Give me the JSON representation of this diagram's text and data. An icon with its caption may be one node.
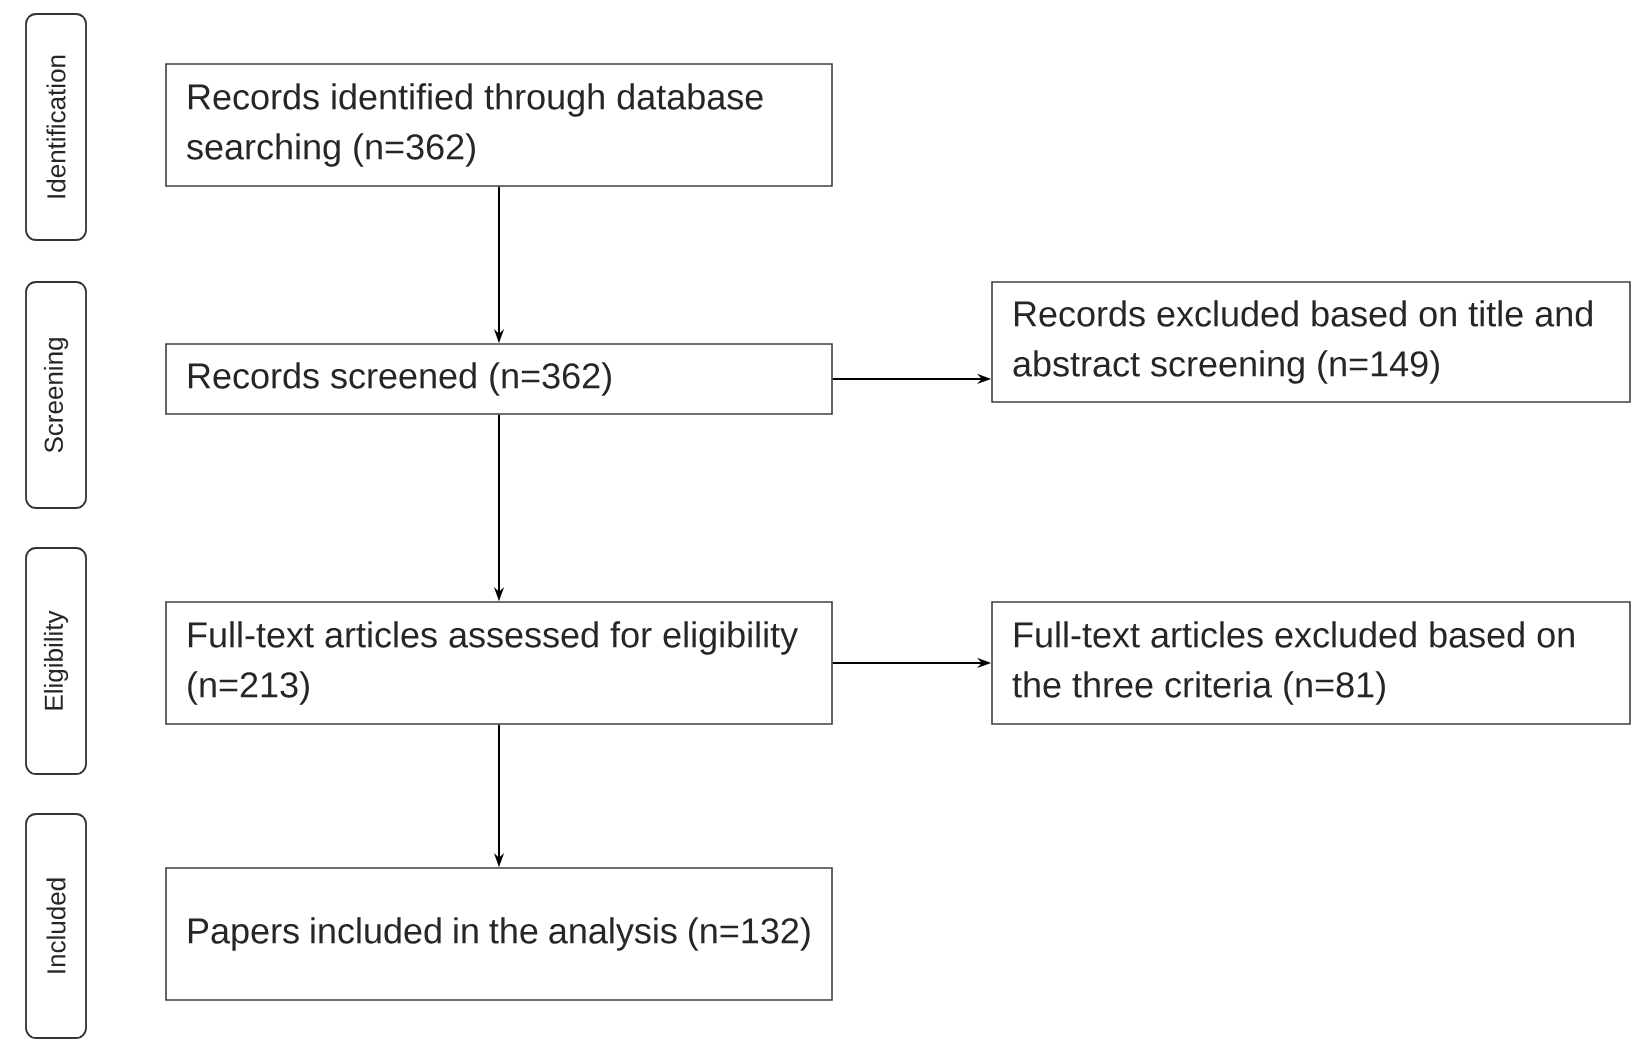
{
  "diagram": {
    "nodes": [
      {
        "text": [
          "Identification"
        ]
      },
      {
        "text": [
          "Screening"
        ]
      },
      {
        "text": [
          "Eligibility"
        ]
      },
      {
        "text": [
          "Included"
        ]
      },
      {
        "text": [
          "Records identified through database searching (n=362)"
        ]
      },
      {
        "text": [
          "Records  screened (n=362)"
        ]
      },
      {
        "text": [
          "Records  excluded based on title and abstract screening (n=149)"
        ]
      },
      {
        "text": [
          "Full-text articles assessed for eligibility (n=213)"
        ]
      },
      {
        "text": [
          "Full-text articles excluded based on the three criteria (n=81)"
        ]
      },
      {
        "text": [
          "Papers included in the analysis (n=132)"
        ]
      }
    ],
    "edges": [
      {
        "from": 4,
        "to": 5,
        "arrow": "to"
      },
      {
        "from": 5,
        "to": 7,
        "arrow": "to"
      },
      {
        "from": 7,
        "to": 9,
        "arrow": "to"
      },
      {
        "from": 5,
        "to": 6,
        "arrow": "to"
      },
      {
        "from": 7,
        "to": 8,
        "arrow": "to"
      }
    ]
  }
}
